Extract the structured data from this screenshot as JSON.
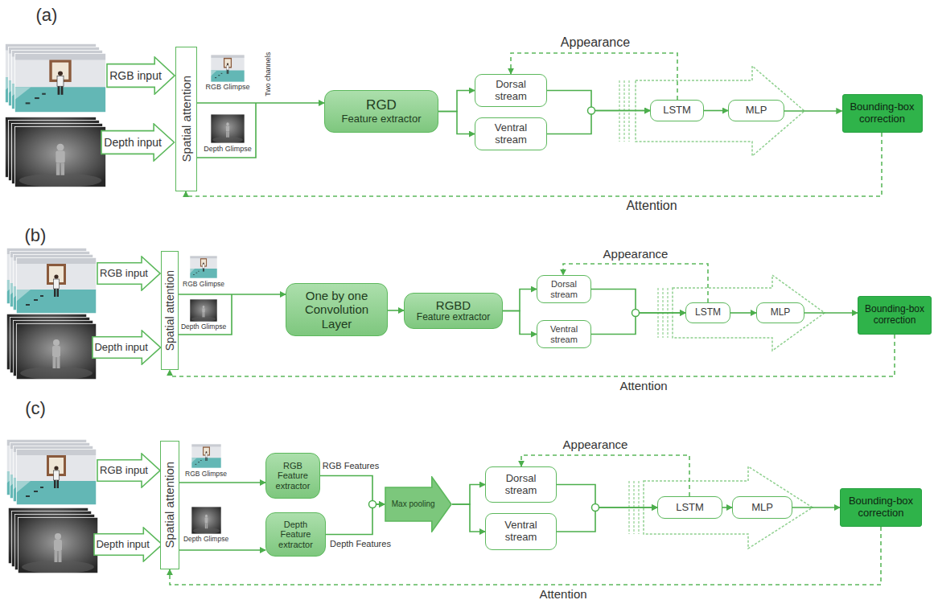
{
  "diagram": {
    "nodes": [
      {
        "text": [
          "RGB input"
        ]
      },
      {
        "text": [
          "Depth input"
        ]
      },
      {
        "text": [
          "Spatial attention"
        ]
      },
      {
        "text": [
          "RGD",
          "Feature extractor"
        ]
      },
      {
        "text": [
          "Dorsal stream"
        ]
      },
      {
        "text": [
          "Ventral stream"
        ]
      },
      {
        "text": [
          "LSTM"
        ]
      },
      {
        "text": [
          "MLP"
        ]
      },
      {
        "text": [
          "Bounding-box correction"
        ]
      },
      {
        "text": [
          "RGB input"
        ]
      },
      {
        "text": [
          "Depth input"
        ]
      },
      {
        "text": [
          "Spatial attention"
        ]
      },
      {
        "text": [
          "One by one Convolution Layer"
        ]
      },
      {
        "text": [
          "RGBD",
          "Feature extractor"
        ]
      },
      {
        "text": [
          "Dorsal stream"
        ]
      },
      {
        "text": [
          "Ventral stream"
        ]
      },
      {
        "text": [
          "LSTM"
        ]
      },
      {
        "text": [
          "MLP"
        ]
      },
      {
        "text": [
          "Bounding-box correction"
        ]
      },
      {
        "text": [
          "RGB input"
        ]
      },
      {
        "text": [
          "Depth input"
        ]
      },
      {
        "text": [
          "Spatial attention"
        ]
      },
      {
        "text": [
          "RGB Feature extractor"
        ]
      },
      {
        "text": [
          "Depth Feature extractor"
        ]
      },
      {
        "text": [
          "Max pooling"
        ]
      },
      {
        "text": [
          "Dorsal stream"
        ]
      },
      {
        "text": [
          "Ventral stream"
        ]
      },
      {
        "text": [
          "LSTM"
        ]
      },
      {
        "text": [
          "MLP"
        ]
      },
      {
        "text": [
          "Bounding-box correction"
        ]
      }
    ],
    "edges": [
      {
        "from": 2,
        "to": 3,
        "arrow": "to"
      },
      {
        "from": 3,
        "to": 4,
        "arrow": "to"
      },
      {
        "from": 3,
        "to": 5,
        "arrow": "to"
      },
      {
        "from": 4,
        "to": 6,
        "arrow": "to"
      },
      {
        "from": 5,
        "to": 6,
        "arrow": "to"
      },
      {
        "from": 6,
        "to": 7,
        "arrow": "to"
      },
      {
        "from": 7,
        "to": 8,
        "arrow": "to"
      },
      {
        "from": 6,
        "to": 4,
        "label": "Appearance",
        "arrow": "to"
      },
      {
        "from": 8,
        "to": 2,
        "label": "Attention",
        "arrow": "to"
      },
      {
        "from": 11,
        "to": 12,
        "arrow": "to"
      },
      {
        "from": 12,
        "to": 13,
        "arrow": "to"
      },
      {
        "from": 13,
        "to": 14,
        "arrow": "to"
      },
      {
        "from": 13,
        "to": 15,
        "arrow": "to"
      },
      {
        "from": 14,
        "to": 16,
        "arrow": "to"
      },
      {
        "from": 15,
        "to": 16,
        "arrow": "to"
      },
      {
        "from": 16,
        "to": 17,
        "arrow": "to"
      },
      {
        "from": 17,
        "to": 18,
        "arrow": "to"
      },
      {
        "from": 16,
        "to": 14,
        "label": "Appearance",
        "arrow": "to"
      },
      {
        "from": 18,
        "to": 11,
        "label": "Attention",
        "arrow": "to"
      },
      {
        "from": 21,
        "to": 22,
        "arrow": "to"
      },
      {
        "from": 21,
        "to": 23,
        "arrow": "to"
      },
      {
        "from": 22,
        "to": 24,
        "label": "RGB Features",
        "arrow": "to"
      },
      {
        "from": 23,
        "to": 24,
        "label": "Depth Features",
        "arrow": "to"
      },
      {
        "from": 24,
        "to": 25,
        "arrow": "to"
      },
      {
        "from": 24,
        "to": 26,
        "arrow": "to"
      },
      {
        "from": 25,
        "to": 27,
        "arrow": "to"
      },
      {
        "from": 26,
        "to": 27,
        "arrow": "to"
      },
      {
        "from": 27,
        "to": 28,
        "arrow": "to"
      },
      {
        "from": 28,
        "to": 29,
        "arrow": "to"
      },
      {
        "from": 27,
        "to": 25,
        "label": "Appearance",
        "arrow": "to"
      },
      {
        "from": 29,
        "to": 21,
        "label": "Attention",
        "arrow": "to"
      }
    ],
    "labels": [
      "(a)",
      "RGB Glimpse",
      "Depth Glimpse",
      "Two channels",
      "(b)",
      "RGB Glimpse",
      "Depth Glimpse",
      "(c)",
      "RGB Glimpse",
      "Depth Glimpse"
    ]
  }
}
